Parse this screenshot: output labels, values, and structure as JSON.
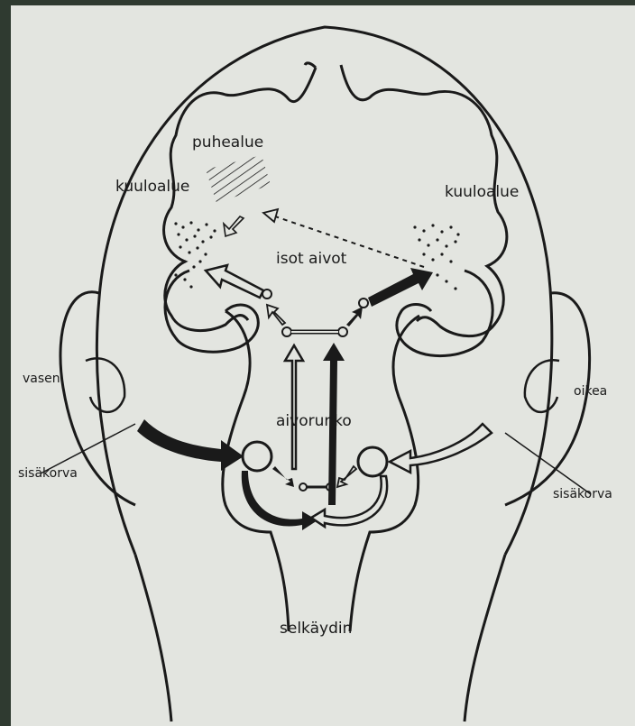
{
  "labels": {
    "puhealue": "puhealue",
    "kuuloalue_left": "kuuloalue",
    "kuuloalue_right": "kuuloalue",
    "isot_aivot": "isot aivot",
    "aivorunko": "aivorunko",
    "selkaydin": "selkäydin",
    "vasen": "vasen",
    "oikea": "oikea",
    "sisakorva_left": "sisäkorva",
    "sisakorva_right": "sisäkorva"
  },
  "colors": {
    "paper": "#e3e5e0",
    "ink": "#1a1a1a",
    "background": "#2f3a30"
  }
}
